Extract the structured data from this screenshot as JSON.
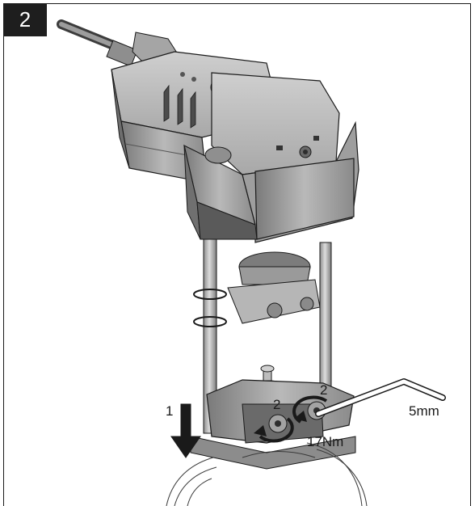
{
  "figure": {
    "step_number": "2",
    "callouts": {
      "push_step": "1",
      "nut_left_step": "2",
      "nut_right_step": "2",
      "hex_key_size": "5mm",
      "torque": "17Nm"
    }
  }
}
